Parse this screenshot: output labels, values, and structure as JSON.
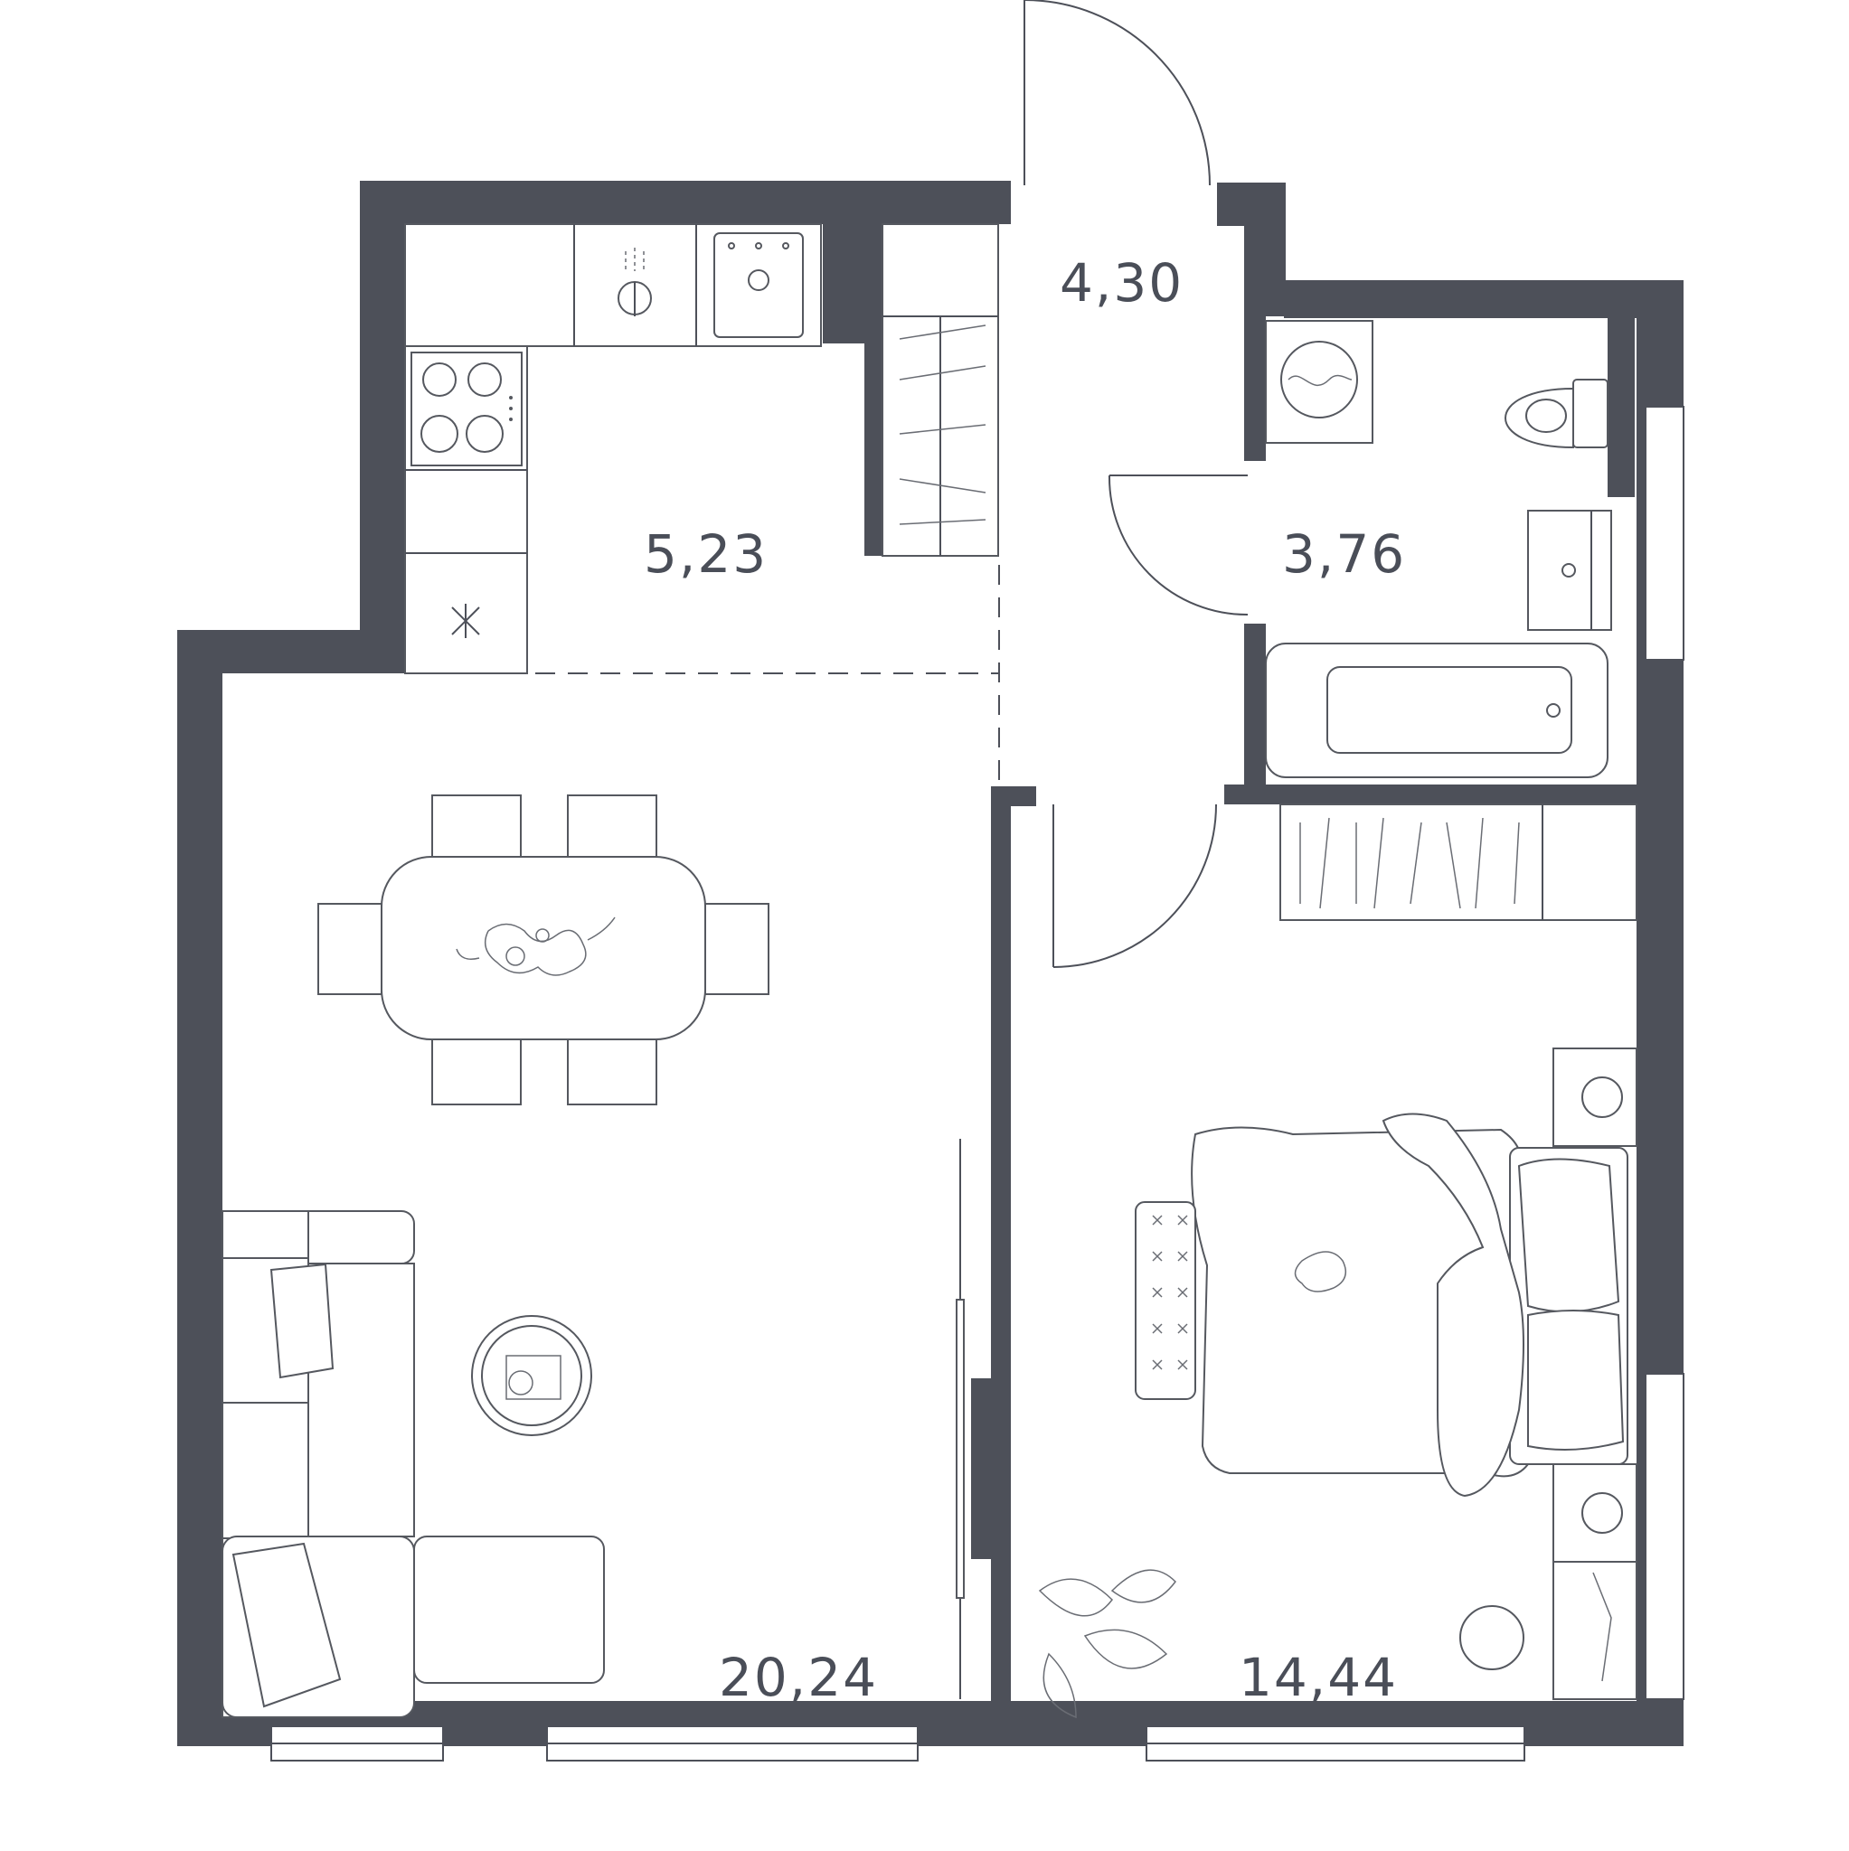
{
  "floor_plan": {
    "rooms": [
      {
        "id": "hallway",
        "area": "4,30"
      },
      {
        "id": "kitchen",
        "area": "5,23"
      },
      {
        "id": "bathroom",
        "area": "3,76"
      },
      {
        "id": "living-room",
        "area": "20,24"
      },
      {
        "id": "bedroom",
        "area": "14,44"
      }
    ],
    "colors": {
      "wall": "#4d5059",
      "label": "#4a4e58",
      "background": "#ffffff"
    },
    "icons": [
      "entrance-door-icon",
      "bathroom-door-icon",
      "bedroom-door-icon",
      "sink-icon",
      "faucet-icon",
      "stove-icon",
      "fridge-icon",
      "wardrobe-icon",
      "washing-machine-icon",
      "toilet-icon",
      "washbasin-icon",
      "bathtub-icon",
      "dining-table-icon",
      "chair-icon",
      "sofa-icon",
      "coffee-table-icon",
      "bed-icon",
      "nightstand-icon",
      "plant-icon",
      "window-icon"
    ]
  }
}
